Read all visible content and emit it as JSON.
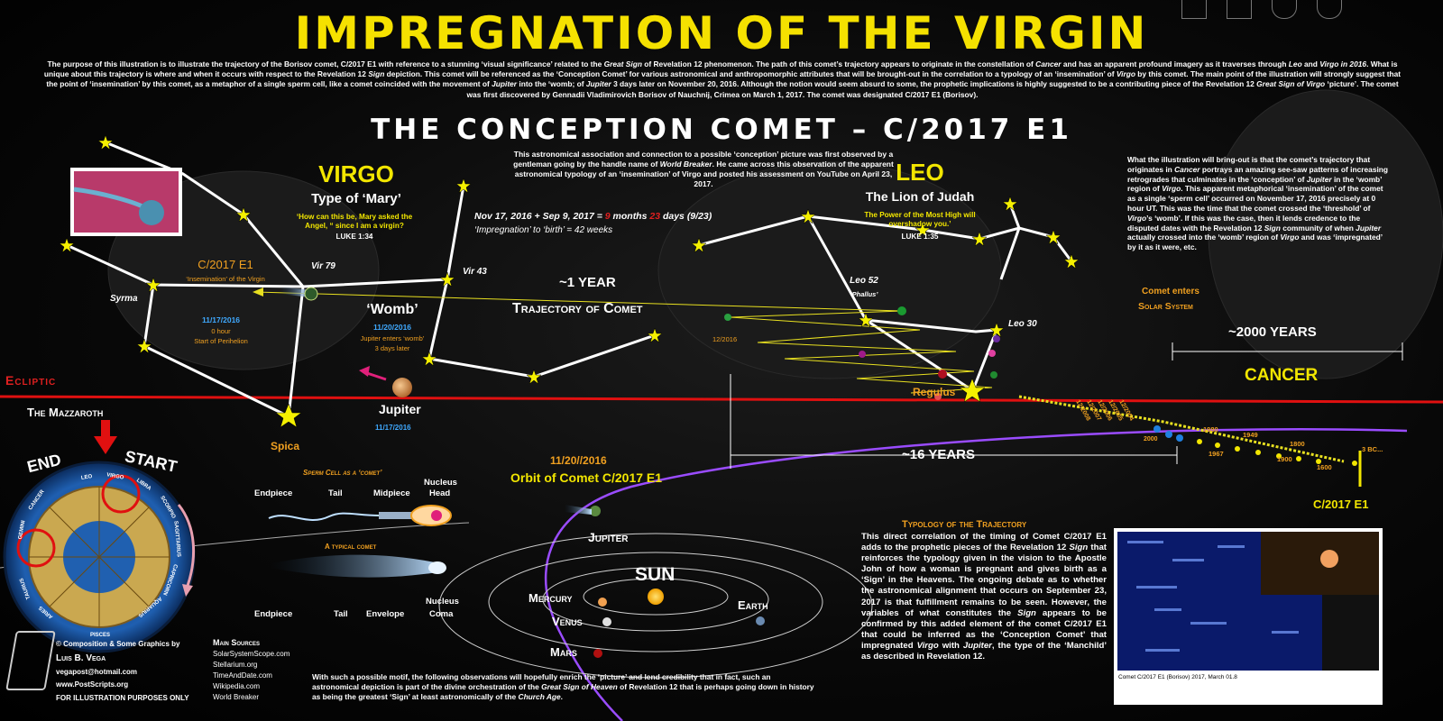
{
  "title": "IMPREGNATION OF THE VIRGIN",
  "intro_html": "The purpose of this illustration is to illustrate the trajectory of the Borisov comet, C/2017 E1 with reference to a stunning ‘visual significance’ related to the <i>Great Sign</i> of Revelation 12 phenomenon. The path of this comet’s trajectory appears to originate in the constellation of <i>Cancer</i> and has an apparent profound imagery as it traverses through <i>Leo</i> and <i>Virgo in 2016</i>. What is unique about this trajectory is where and when it occurs with respect to the Revelation 12 <i>Sign</i> depiction. This comet will be referenced as the ‘Conception Comet’ for various astronomical and anthropomorphic attributes that will be brought-out in the correlation to a typology of an ‘insemination’ of <i>Virgo</i> by this comet. The main point of the illustration will strongly suggest that the point of ‘insemination’ by this comet, as a metaphor of a single sperm cell, like a comet coincided with the movement of <i>Jupiter</i> into the ‘womb; of <i>Jupiter</i> 3 days later on November 20, 2016. Although the notion would seem absurd to some, the prophetic implications is highly suggested to be a contributing piece of the Revelation 12 <i>Great Sign of Virgo</i> ‘picture’. The comet was first discovered by Gennadii Vladimirovich Borisov of Nauchnij, Crimea on March 1, 2017. The comet was designated C/2017 E1 (Borisov).",
  "subtitle": "THE CONCEPTION COMET – C/2017 E1",
  "observation_html": "This astronomical association and connection to a possible ‘conception’ picture was first observed by a gentleman going by the handle name of <i>World Breaker</i>. He came across this observation of the apparent astronomical typology of an ‘insemination’ of Virgo and posted his assessment on YouTube on April 23, 2017.",
  "timeline_html": "Nov 17, 2016 + Sep 9, 2017 = <span style='color:#e02020'>9</span> months <span style='color:#e02020'>23</span> days (9/23)",
  "timeline_weeks": "‘Impregnation’ to ‘birth’ = 42 weeks",
  "virgo": {
    "name": "VIRGO",
    "type": "Type of ‘Mary’",
    "quote": "‘How can this be, Mary asked the Angel, “ since I am a virgin?",
    "ref": "LUKE 1:34"
  },
  "leo": {
    "name": "LEO",
    "type": "The Lion of Judah",
    "quote": "The Power of the Most High will overshadow you.’",
    "ref": "LUKE 1:35"
  },
  "comet_label": {
    "name": "C/2017 E1",
    "desc": "‘Insemination’ of the Virgin"
  },
  "perihelion": {
    "date": "11/17/2016",
    "l1": "0 hour",
    "l2": "Start of Perihelion"
  },
  "womb": {
    "label": "‘Womb’",
    "date": "11/20/2016",
    "l1": "Jupiter enters ‘womb’",
    "l2": "3 days later"
  },
  "stars": {
    "vir79": "Vir 79",
    "vir43": "Vir 43",
    "syrma": "Syrma",
    "spica": "Spica",
    "leo52": "Leo 52",
    "leo52_sub": "‘Phallus’",
    "leo30": "Leo 30",
    "regulus": "Regulus"
  },
  "jupiter": {
    "name": "Jupiter",
    "date": "11/17/2016"
  },
  "one_year": "~1 YEAR",
  "trajectory": "Trajectory of Comet",
  "date_1216": "12/2016",
  "ecliptic": "Ecliptic",
  "mazzaroth": "The Mazzaroth",
  "end": "END",
  "start": "START",
  "zodiac": [
    "VIRGO",
    "LIBRA",
    "SCORPIO",
    "SAGITTARIUS",
    "CAPRICORN",
    "AQUARIUS",
    "PISCES",
    "ARIES",
    "TAURUS",
    "GEMINI",
    "CANCER",
    "LEO"
  ],
  "right_text_html": "What the illustration will bring-out is that the comet’s trajectory that originates in <i>Cancer</i> portrays an amazing see-saw patterns of increasing retrogrades that culminates in the ‘conception’ of <i>Jupiter</i> in the ‘womb’ region of <i>Virgo</i>. This apparent metaphorical ‘insemination’ of the comet as a single ‘sperm cell’ occurred on November 17, 2016 precisely at 0 hour UT. This was the time that the comet crossed the ‘threshold’ of <i>Virgo</i>’s ‘womb’. If this was the case, then it lends credence to the disputed dates with the Revelation 12 <i>Sign</i> community of when <i>Jupiter</i> actually crossed into the ‘womb’ region of <i>Virgo</i> and was ‘impregnated’ by it as it were, etc.",
  "comet_enters": {
    "l1": "Comet enters",
    "l2": "Solar System"
  },
  "two_thousand": "~2000 YEARS",
  "cancer": "CANCER",
  "years": [
    "1980",
    "1967",
    "1949",
    "1900",
    "1800",
    "1600",
    "3 BC..."
  ],
  "trail_dates": [
    "12/2008",
    "12/2007",
    "12/2006",
    "12/2005",
    "12/2004",
    "2000"
  ],
  "sixteen_years": "~16 YEARS",
  "orbit_date": "11/20//2016",
  "orbit_label": "Orbit of Comet C/2017 E1",
  "c2017_bottom": "C/2017 E1",
  "sperm": {
    "title": "Sperm Cell as a ‘comet’",
    "endpiece": "Endpiece",
    "tail": "Tail",
    "midpiece": "Midpiece",
    "nucleus": "Nucleus",
    "head": "Head"
  },
  "typical": {
    "title": "A typical comet",
    "endpiece": "Endpiece",
    "tail": "Tail",
    "envelope": "Envelope",
    "nucleus": "Nucleus",
    "coma": "Coma"
  },
  "solar": {
    "jupiter": "Jupiter",
    "sun": "SUN",
    "mercury": "Mercury",
    "venus": "Venus",
    "earth": "Earth",
    "mars": "Mars"
  },
  "credits": {
    "l1": "© Composition & Some Graphics by",
    "name": "Luis B. Vega",
    "email": "vegapost@hotmail.com",
    "site": "www.PostScripts.org",
    "note": "FOR ILLUSTRATION PURPOSES ONLY"
  },
  "sources": {
    "title": "Main Sources",
    "items": [
      "SolarSystemScope.com",
      "Stellarium.org",
      "TimeAndDate.com",
      "Wikipedia.com",
      "World Breaker"
    ]
  },
  "bottom_html": "With such a possible motif, the following observations will hopefully enrich the ‘picture’ and lend credibility that in fact, such an astronomical depiction is part of the divine orchestration of the <i>Great Sign of Heaven</i> of Revelation 12 that is perhaps going down in history as being the greatest ‘Sign’ at least astronomically of the <i>Church Age</i>.",
  "typology": {
    "title": "Typology of the Trajectory",
    "body_html": "This direct correlation of the timing of Comet C/2017 E1 adds to the prophetic pieces of the Revelation 12 <i>Sign</i> that reinforces the typology given in the vision to the Apostle John of how a woman is pregnant and gives birth as a ‘Sign’ in the Heavens. The ongoing debate as to whether the astronomical alignment that occurs on September 23, 2017 is that fulfillment remains to be seen. However, the variables of what constitutes the <i>Sign</i> appears to be confirmed by this added element of the comet C/2017 E1 that could be inferred as the ‘Conception Comet’ that impregnated <i>Virgo</i> with <i>Jupiter</i>, the type of the ‘Manchild’ as described in Revelation 12."
  },
  "photo_caption": "Comet C/2017 E1 (Borisov)   2017, March 01.8",
  "colors": {
    "title": "#f5e100",
    "ecliptic": "#e01010",
    "constellation": "#ffffff",
    "trajectory": "#e8e020",
    "orbit": "#9a4cff",
    "cyan": "#3fa9ff",
    "orange": "#f0a020"
  }
}
